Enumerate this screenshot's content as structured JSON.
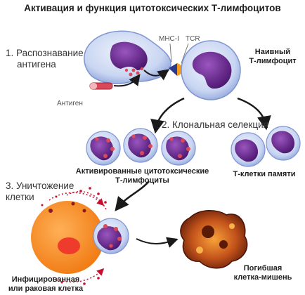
{
  "title": "Активация и функция цитотоксических Т-лимфоцитов",
  "steps": {
    "recognition_line1": "1. Распознавание",
    "recognition_line2": "антигена",
    "selection": "2. Клональная селекция",
    "destruction_line1": "3. Уничтожение",
    "destruction_line2": "клетки"
  },
  "labels": {
    "mhc": "MHC-I",
    "tcr": "TCR",
    "antigen": "Антиген",
    "naive_line1": "Наивный",
    "naive_line2": "Т-лимфоцит",
    "activated_line1": "Активированные цитотоксические",
    "activated_line2": "Т-лимфоциты",
    "memory": "Т-клетки памяти",
    "infected_line1": "Инфицированная",
    "infected_line2": "или раковая клетка",
    "dying_line1": "Погибшая",
    "dying_line2": "клетка-мишень"
  },
  "colors": {
    "cell_fill": "#c9d6f2",
    "cell_edge": "#7f95d2",
    "nucleus": "#6a2a8e",
    "granule": "#d84a5a",
    "target_cell": "#f5841f",
    "target_nucleus": "#ef3b2c",
    "dying_cell": "#7a2a12",
    "arrow": "#1a1a1a",
    "receptor": "#f39c1f"
  }
}
